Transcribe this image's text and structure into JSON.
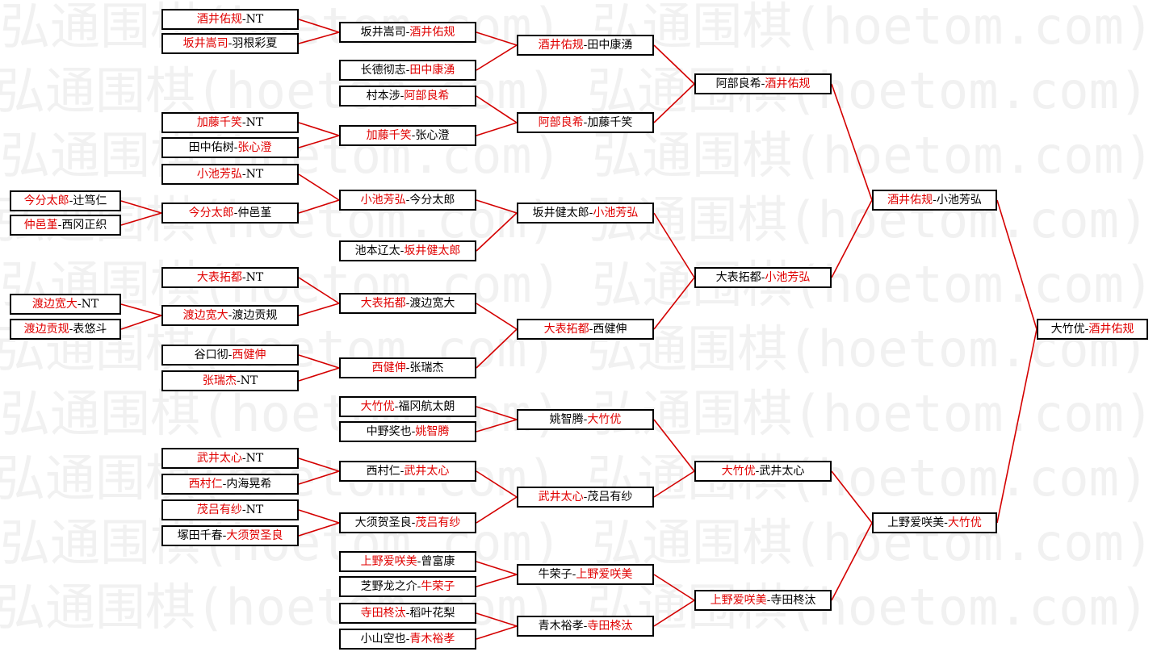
{
  "watermark_text": "弘通围棋(hoetom.com)",
  "colors": {
    "winner": "#e00000",
    "loser": "#000000",
    "line": "#d40000",
    "border": "#000000"
  },
  "matches": [
    {
      "id": "a1",
      "p1": "今分太郎",
      "p2": "辻笃仁",
      "winner": 1
    },
    {
      "id": "a2",
      "p1": "仲邑堇",
      "p2": "西冈正织",
      "winner": 1
    },
    {
      "id": "a3",
      "p1": "渡边宽大",
      "p2": "NT",
      "winner": 1
    },
    {
      "id": "a4",
      "p1": "渡边贡规",
      "p2": "表悠斗",
      "winner": 1
    },
    {
      "id": "b1",
      "p1": "酒井佑规",
      "p2": "NT",
      "winner": 1
    },
    {
      "id": "b2",
      "p1": "坂井嵩司",
      "p2": "羽根彩夏",
      "winner": 1
    },
    {
      "id": "b3",
      "p1": "加藤千笑",
      "p2": "NT",
      "winner": 1
    },
    {
      "id": "b4",
      "p1": "田中佑树",
      "p2": "张心澄",
      "winner": 2
    },
    {
      "id": "b5",
      "p1": "小池芳弘",
      "p2": "NT",
      "winner": 1
    },
    {
      "id": "b6",
      "p1": "今分太郎",
      "p2": "仲邑堇",
      "winner": 1
    },
    {
      "id": "b7",
      "p1": "大表拓都",
      "p2": "NT",
      "winner": 1
    },
    {
      "id": "b8",
      "p1": "渡边宽大",
      "p2": "渡边贡规",
      "winner": 1
    },
    {
      "id": "b9",
      "p1": "谷口彻",
      "p2": "西健伸",
      "winner": 2
    },
    {
      "id": "b10",
      "p1": "张瑞杰",
      "p2": "NT",
      "winner": 1
    },
    {
      "id": "b11",
      "p1": "武井太心",
      "p2": "NT",
      "winner": 1
    },
    {
      "id": "b12",
      "p1": "西村仁",
      "p2": "内海晃希",
      "winner": 1
    },
    {
      "id": "b13",
      "p1": "茂吕有纱",
      "p2": "NT",
      "winner": 1
    },
    {
      "id": "b14",
      "p1": "塚田千春",
      "p2": "大须贺圣良",
      "winner": 2
    },
    {
      "id": "c1",
      "p1": "坂井嵩司",
      "p2": "酒井佑规",
      "winner": 2
    },
    {
      "id": "c2",
      "p1": "长德彻志",
      "p2": "田中康湧",
      "winner": 2
    },
    {
      "id": "c3",
      "p1": "村本涉",
      "p2": "阿部良希",
      "winner": 2
    },
    {
      "id": "c4",
      "p1": "加藤千笑",
      "p2": "张心澄",
      "winner": 1
    },
    {
      "id": "c5",
      "p1": "小池芳弘",
      "p2": "今分太郎",
      "winner": 1
    },
    {
      "id": "c6",
      "p1": "池本辽太",
      "p2": "坂井健太郎",
      "winner": 2
    },
    {
      "id": "c7",
      "p1": "大表拓都",
      "p2": "渡边宽大",
      "winner": 1
    },
    {
      "id": "c8",
      "p1": "西健伸",
      "p2": "张瑞杰",
      "winner": 1
    },
    {
      "id": "c9",
      "p1": "大竹优",
      "p2": "福冈航太朗",
      "winner": 1
    },
    {
      "id": "c10",
      "p1": "中野奖也",
      "p2": "姚智腾",
      "winner": 2
    },
    {
      "id": "c11",
      "p1": "西村仁",
      "p2": "武井太心",
      "winner": 2
    },
    {
      "id": "c12",
      "p1": "大须贺圣良",
      "p2": "茂吕有纱",
      "winner": 2
    },
    {
      "id": "c13",
      "p1": "上野爱咲美",
      "p2": "曾富康",
      "winner": 1
    },
    {
      "id": "c14",
      "p1": "芝野龙之介",
      "p2": "牛荣子",
      "winner": 2
    },
    {
      "id": "c15",
      "p1": "寺田柊汰",
      "p2": "稻叶花梨",
      "winner": 1
    },
    {
      "id": "c16",
      "p1": "小山空也",
      "p2": "青木裕孝",
      "winner": 2
    },
    {
      "id": "d1",
      "p1": "酒井佑规",
      "p2": "田中康湧",
      "winner": 1
    },
    {
      "id": "d2",
      "p1": "阿部良希",
      "p2": "加藤千笑",
      "winner": 1
    },
    {
      "id": "d3",
      "p1": "坂井健太郎",
      "p2": "小池芳弘",
      "winner": 2
    },
    {
      "id": "d4",
      "p1": "大表拓都",
      "p2": "西健伸",
      "winner": 1
    },
    {
      "id": "d5",
      "p1": "姚智腾",
      "p2": "大竹优",
      "winner": 2
    },
    {
      "id": "d6",
      "p1": "武井太心",
      "p2": "茂吕有纱",
      "winner": 1
    },
    {
      "id": "d7",
      "p1": "牛荣子",
      "p2": "上野爱咲美",
      "winner": 2
    },
    {
      "id": "d8",
      "p1": "青木裕孝",
      "p2": "寺田柊汰",
      "winner": 2
    },
    {
      "id": "e1",
      "p1": "阿部良希",
      "p2": "酒井佑规",
      "winner": 2
    },
    {
      "id": "e2",
      "p1": "大表拓都",
      "p2": "小池芳弘",
      "winner": 2
    },
    {
      "id": "e3",
      "p1": "大竹优",
      "p2": "武井太心",
      "winner": 1
    },
    {
      "id": "e4",
      "p1": "上野爱咲美",
      "p2": "寺田柊汰",
      "winner": 1
    },
    {
      "id": "f1",
      "p1": "酒井佑规",
      "p2": "小池芳弘",
      "winner": 1
    },
    {
      "id": "f2",
      "p1": "上野爱咲美",
      "p2": "大竹优",
      "winner": 2
    },
    {
      "id": "g1",
      "p1": "大竹优",
      "p2": "酒井佑规",
      "winner": 2
    }
  ],
  "links": [
    [
      "a1",
      "b6"
    ],
    [
      "a2",
      "b6"
    ],
    [
      "a3",
      "b8"
    ],
    [
      "a4",
      "b8"
    ],
    [
      "b1",
      "c1"
    ],
    [
      "b2",
      "c1"
    ],
    [
      "b3",
      "c4"
    ],
    [
      "b4",
      "c4"
    ],
    [
      "b5",
      "c5"
    ],
    [
      "b6",
      "c5"
    ],
    [
      "b7",
      "c7"
    ],
    [
      "b8",
      "c7"
    ],
    [
      "b9",
      "c8"
    ],
    [
      "b10",
      "c8"
    ],
    [
      "b11",
      "c11"
    ],
    [
      "b12",
      "c11"
    ],
    [
      "b13",
      "c12"
    ],
    [
      "b14",
      "c12"
    ],
    [
      "c1",
      "d1"
    ],
    [
      "c2",
      "d1"
    ],
    [
      "c3",
      "d2"
    ],
    [
      "c4",
      "d2"
    ],
    [
      "c5",
      "d3"
    ],
    [
      "c6",
      "d3"
    ],
    [
      "c7",
      "d4"
    ],
    [
      "c8",
      "d4"
    ],
    [
      "c9",
      "d5"
    ],
    [
      "c10",
      "d5"
    ],
    [
      "c11",
      "d6"
    ],
    [
      "c12",
      "d6"
    ],
    [
      "c13",
      "d7"
    ],
    [
      "c14",
      "d7"
    ],
    [
      "c15",
      "d8"
    ],
    [
      "c16",
      "d8"
    ],
    [
      "d1",
      "e1"
    ],
    [
      "d2",
      "e1"
    ],
    [
      "d3",
      "e2"
    ],
    [
      "d4",
      "e2"
    ],
    [
      "d5",
      "e3"
    ],
    [
      "d6",
      "e3"
    ],
    [
      "d7",
      "e4"
    ],
    [
      "d8",
      "e4"
    ],
    [
      "e1",
      "f1"
    ],
    [
      "e2",
      "f1"
    ],
    [
      "e3",
      "f2"
    ],
    [
      "e4",
      "f2"
    ],
    [
      "f1",
      "g1"
    ],
    [
      "f2",
      "g1"
    ]
  ]
}
